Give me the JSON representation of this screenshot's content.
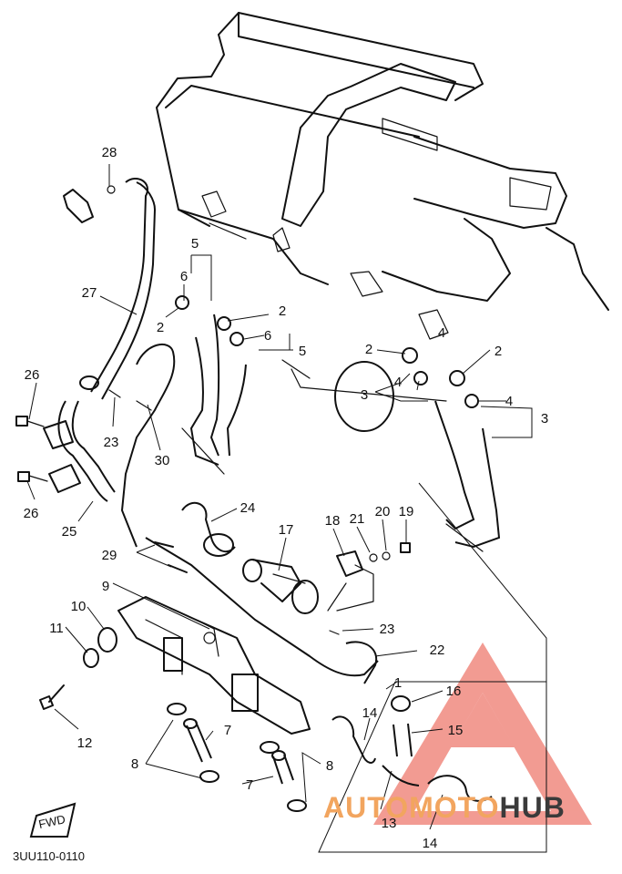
{
  "diagram_code": "3UU110-0110",
  "fwd_badge": "FWD",
  "watermark": {
    "part1": "AUTOMOTO",
    "part2": "HUB",
    "color_primary": "#f08a80",
    "color_secondary": "#3a3a3a",
    "color_accent": "#f2a55f"
  },
  "callouts": {
    "c1": "1",
    "c2a": "2",
    "c2b": "2",
    "c2c": "2",
    "c2d": "2",
    "c3a": "3",
    "c3b": "3",
    "c4a": "4",
    "c4b": "4",
    "c4c": "4",
    "c5a": "5",
    "c5b": "5",
    "c6a": "6",
    "c6b": "6",
    "c7a": "7",
    "c7b": "7",
    "c8a": "8",
    "c8b": "8",
    "c9": "9",
    "c10": "10",
    "c11": "11",
    "c12": "12",
    "c13": "13",
    "c14a": "14",
    "c14b": "14",
    "c15": "15",
    "c16": "16",
    "c17": "17",
    "c18": "18",
    "c19": "19",
    "c20": "20",
    "c21": "21",
    "c22": "22",
    "c23a": "23",
    "c23b": "23",
    "c24": "24",
    "c25": "25",
    "c26a": "26",
    "c26b": "26",
    "c27": "27",
    "c28": "28",
    "c29": "29",
    "c30": "30"
  }
}
